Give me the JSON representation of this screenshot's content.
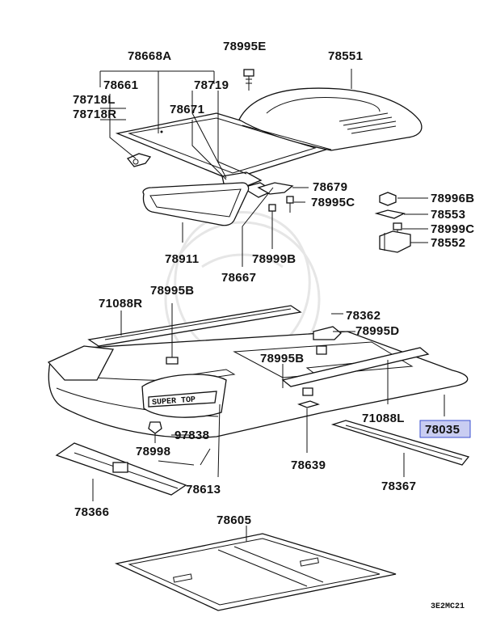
{
  "diagram": {
    "parts": [
      {
        "id": "78668A",
        "text": "78668A"
      },
      {
        "id": "78995E",
        "text": "78995E"
      },
      {
        "id": "78551",
        "text": "78551"
      },
      {
        "id": "78661",
        "text": "78661"
      },
      {
        "id": "78719",
        "text": "78719"
      },
      {
        "id": "78718L",
        "text": "78718L"
      },
      {
        "id": "78718R",
        "text": "78718R"
      },
      {
        "id": "78671",
        "text": "78671"
      },
      {
        "id": "78679",
        "text": "78679"
      },
      {
        "id": "78995C",
        "text": "78995C"
      },
      {
        "id": "78996B",
        "text": "78996B"
      },
      {
        "id": "78553",
        "text": "78553"
      },
      {
        "id": "78999C",
        "text": "78999C"
      },
      {
        "id": "78552",
        "text": "78552"
      },
      {
        "id": "78911",
        "text": "78911"
      },
      {
        "id": "78999B",
        "text": "78999B"
      },
      {
        "id": "78667",
        "text": "78667"
      },
      {
        "id": "78995B_top",
        "text": "78995B"
      },
      {
        "id": "71088R",
        "text": "71088R"
      },
      {
        "id": "78362",
        "text": "78362"
      },
      {
        "id": "78995D",
        "text": "78995D"
      },
      {
        "id": "78995B_mid",
        "text": "78995B"
      },
      {
        "id": "71088L",
        "text": "71088L"
      },
      {
        "id": "78035",
        "text": "78035"
      },
      {
        "id": "97838",
        "text": "97838"
      },
      {
        "id": "78998",
        "text": "78998"
      },
      {
        "id": "78639",
        "text": "78639"
      },
      {
        "id": "78613",
        "text": "78613"
      },
      {
        "id": "78367",
        "text": "78367"
      },
      {
        "id": "78366",
        "text": "78366"
      },
      {
        "id": "78605",
        "text": "78605"
      }
    ],
    "highlighted_part": "78035",
    "emblem_text": "SUPER TOP",
    "diagram_code": "3E2MC21",
    "colors": {
      "highlight_fill": "#c9cdf2",
      "highlight_border": "#3a4fd0",
      "line": "#111111"
    }
  }
}
